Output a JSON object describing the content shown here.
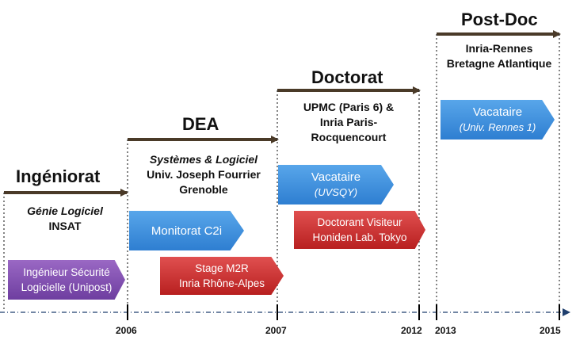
{
  "phases": [
    {
      "title": "Ingéniorat",
      "subtitle_italic": "Génie Logiciel",
      "subtitle": "INSAT"
    },
    {
      "title": "DEA",
      "subtitle_italic": "Systèmes & Logiciel",
      "subtitle": "Univ. Joseph Fourrier",
      "subtitle2": "Grenoble"
    },
    {
      "title": "Doctorat",
      "subtitle": "UPMC (Paris 6) &",
      "subtitle2": "Inria Paris-",
      "subtitle3": "Rocquencourt"
    },
    {
      "title": "Post-Doc",
      "subtitle": "Inria-Rennes",
      "subtitle2": "Bretagne Atlantique"
    }
  ],
  "boxes": {
    "ingenieur": {
      "line1": "Ingénieur Sécurité",
      "line2": "Logicielle (Unipost)"
    },
    "monitorat": {
      "line1": "Monitorat C2i"
    },
    "stage": {
      "line1": "Stage M2R",
      "line2": "Inria Rhône-Alpes"
    },
    "vacataire1": {
      "line1": "Vacataire",
      "line2": "(UVSQY)"
    },
    "visiteur": {
      "line1": "Doctorant Visiteur",
      "line2": "Honiden Lab. Tokyo"
    },
    "vacataire2": {
      "line1": "Vacataire",
      "line2": "(Univ. Rennes 1)"
    }
  },
  "years": [
    "2006",
    "2007",
    "2012",
    "2013",
    "2015"
  ],
  "colors": {
    "arrow": "#4a3a28",
    "axis": "#1f3f6e",
    "blue": "#3b8fe0",
    "red": "#cc2f2f",
    "purple": "#7d4fb0"
  }
}
